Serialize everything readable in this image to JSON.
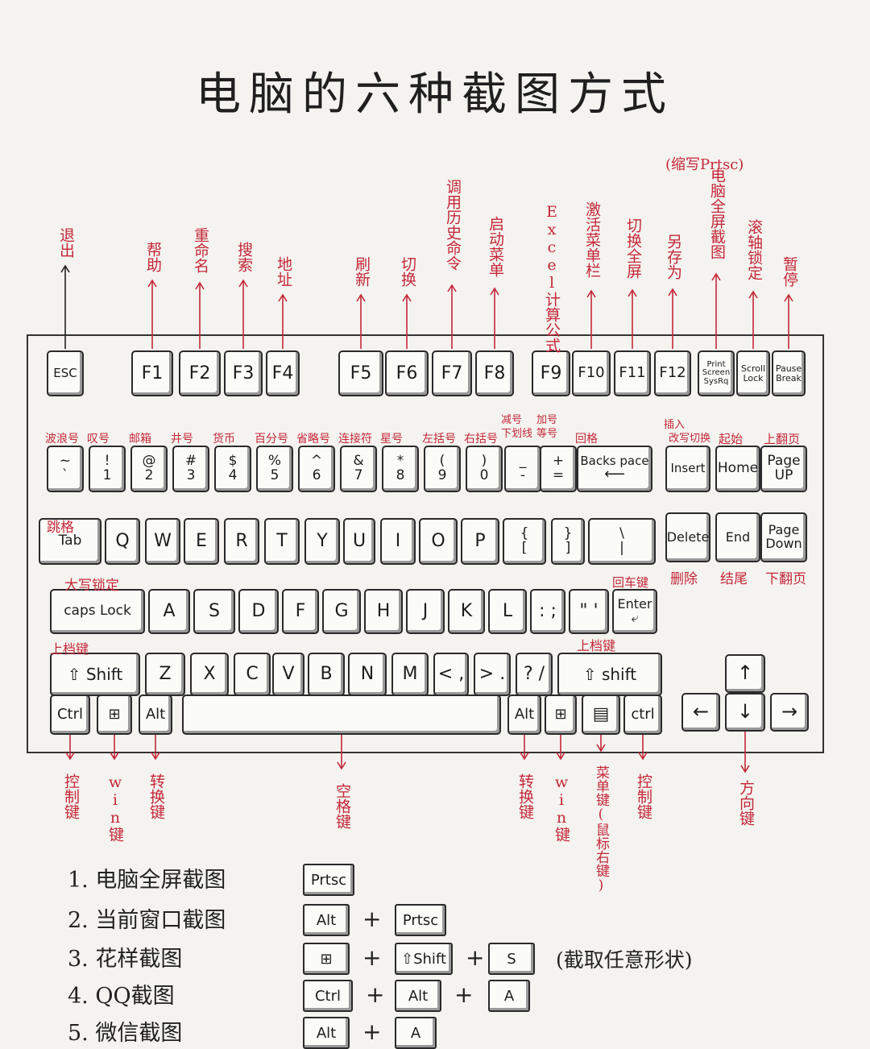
{
  "title": "电脑的六种截图方式",
  "prtsc_note": "(缩写Prtsc)",
  "fkeys": [
    {
      "id": "esc",
      "label": "ESC",
      "desc": "退出"
    },
    {
      "id": "f1",
      "label": "F1",
      "desc": "帮助"
    },
    {
      "id": "f2",
      "label": "F2",
      "desc": "重命名"
    },
    {
      "id": "f3",
      "label": "F3",
      "desc": "搜索"
    },
    {
      "id": "f4",
      "label": "F4",
      "desc": "地址"
    },
    {
      "id": "f5",
      "label": "F5",
      "desc": "刷新"
    },
    {
      "id": "f6",
      "label": "F6",
      "desc": "切换"
    },
    {
      "id": "f7",
      "label": "F7",
      "desc": "调用历史命令"
    },
    {
      "id": "f8",
      "label": "F8",
      "desc": "启动菜单"
    },
    {
      "id": "f9",
      "label": "F9",
      "desc": "Excel计算公式"
    },
    {
      "id": "f10",
      "label": "F10",
      "desc": "激活菜单栏"
    },
    {
      "id": "f11",
      "label": "F11",
      "desc": "切换全屏"
    },
    {
      "id": "f12",
      "label": "F12",
      "desc": "另存为"
    },
    {
      "id": "print",
      "label": "Print Screen SysRq",
      "desc": "电脑全屏截图"
    },
    {
      "id": "scroll",
      "label": "Scroll Lock",
      "desc": "滚轴锁定"
    },
    {
      "id": "pause",
      "label": "Pause Break",
      "desc": "暂停"
    }
  ],
  "number_row": [
    {
      "top": "~",
      "bottom": "`",
      "desc": "波浪号"
    },
    {
      "top": "!",
      "bottom": "1",
      "desc": "叹号"
    },
    {
      "top": "@",
      "bottom": "2",
      "desc": "邮箱"
    },
    {
      "top": "#",
      "bottom": "3",
      "desc": "井号"
    },
    {
      "top": "$",
      "bottom": "4",
      "desc": "货币"
    },
    {
      "top": "%",
      "bottom": "5",
      "desc": "百分号"
    },
    {
      "top": "^",
      "bottom": "6",
      "desc": "省略号"
    },
    {
      "top": "&",
      "bottom": "7",
      "desc": "连接符"
    },
    {
      "top": "*",
      "bottom": "8",
      "desc": "星号"
    },
    {
      "top": "(",
      "bottom": "9",
      "desc": "左括号"
    },
    {
      "top": ")",
      "bottom": "0",
      "desc": "右括号"
    },
    {
      "top": "_",
      "bottom": "-",
      "desc": "减号 下划线"
    },
    {
      "top": "+",
      "bottom": "=",
      "desc": "加号 等号"
    },
    {
      "top": "Backs pace",
      "bottom": "⟵",
      "desc": "回格"
    }
  ],
  "nav_top": [
    {
      "label": "Insert",
      "desc": "插入/改写切换"
    },
    {
      "label": "Home",
      "desc": "起始"
    },
    {
      "label": "Page UP",
      "desc": "上翻页"
    }
  ],
  "nav_bottom": [
    {
      "label": "Delete",
      "desc": "删除"
    },
    {
      "label": "End",
      "desc": "结尾"
    },
    {
      "label": "Page Down",
      "desc": "下翻页"
    }
  ],
  "qwerty_row": [
    "Tab",
    "Q",
    "W",
    "E",
    "R",
    "T",
    "Y",
    "U",
    "I",
    "O",
    "P",
    "{ [",
    "} ]",
    "\\ |"
  ],
  "tab_desc": "跳格",
  "asdf_row": [
    "caps Lock",
    "A",
    "S",
    "D",
    "F",
    "G",
    "H",
    "J",
    "K",
    "L",
    ": ;",
    "\" '",
    "Enter ⤶"
  ],
  "caps_desc": "大写锁定",
  "enter_desc": "回车键",
  "zxcv_row": [
    "⇧ Shift",
    "Z",
    "X",
    "C",
    "V",
    "B",
    "N",
    "M",
    "< ,",
    "> .",
    "? /",
    "⇧ shift"
  ],
  "shift_desc": "上档键",
  "arrow_keys": [
    "↑",
    "←",
    "↓",
    "→"
  ],
  "bottom_row": [
    {
      "label": "Ctrl",
      "desc": "控制键"
    },
    {
      "label": "⊞",
      "desc": "win键"
    },
    {
      "label": "Alt",
      "desc": "转换键"
    },
    {
      "label": "",
      "desc": "空格键"
    },
    {
      "label": "Alt",
      "desc": "转换键"
    },
    {
      "label": "⊞",
      "desc": "win键"
    },
    {
      "label": "▤",
      "desc": "菜单键(鼠标右键)"
    },
    {
      "label": "ctrl",
      "desc": "控制键"
    }
  ],
  "arrows_desc": "方向键",
  "methods": [
    {
      "text": "1. 电脑全屏截图",
      "keys": [
        "Prtsc"
      ],
      "note": ""
    },
    {
      "text": "2. 当前窗口截图",
      "keys": [
        "Alt",
        "Prtsc"
      ],
      "note": ""
    },
    {
      "text": "3. 花样截图",
      "keys": [
        "⊞",
        "⇧Shift",
        "S"
      ],
      "note": "(截取任意形状)"
    },
    {
      "text": "4. QQ截图",
      "keys": [
        "Ctrl",
        "Alt",
        "A"
      ],
      "note": ""
    },
    {
      "text": "5. 微信截图",
      "keys": [
        "Alt",
        "A"
      ],
      "note": ""
    }
  ],
  "plus_sign": "+",
  "colors": {
    "annotation": "#c4283a",
    "ink": "#222222",
    "paper": "#f4f3ef"
  }
}
